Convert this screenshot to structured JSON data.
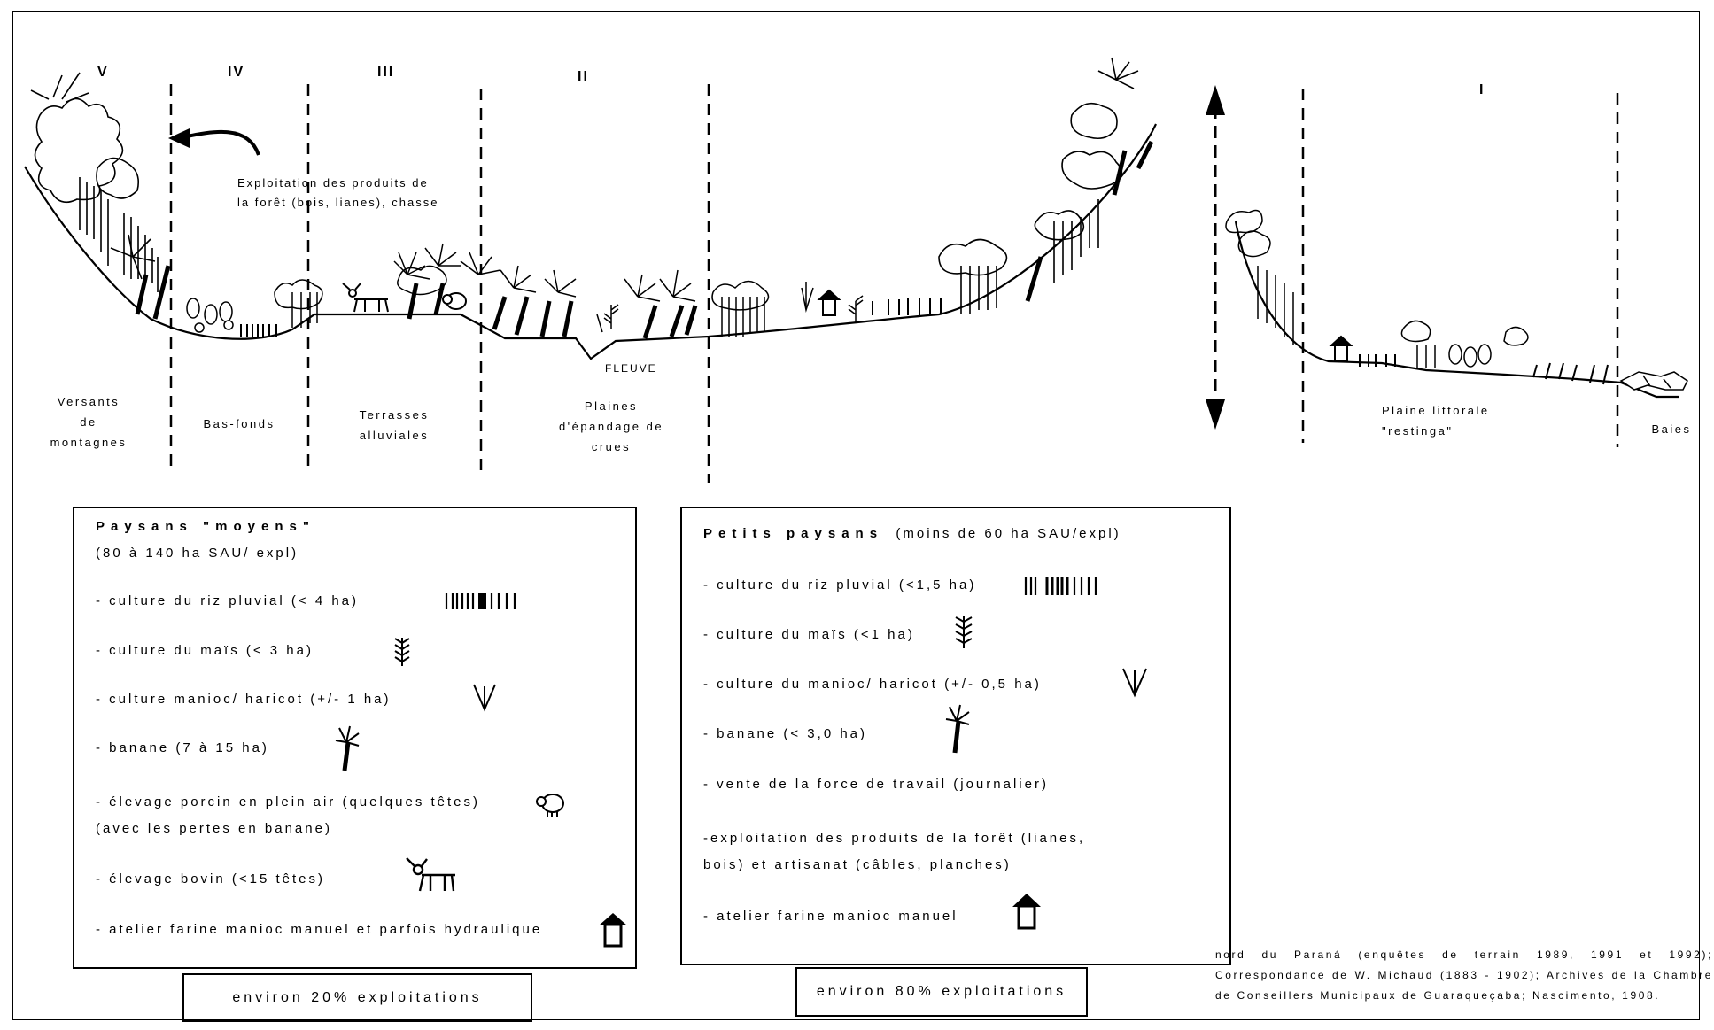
{
  "zones": {
    "v": "V",
    "iv": "IV",
    "iii": "III",
    "ii": "II",
    "i": "I"
  },
  "annotation": {
    "line1": "Exploitation des produits de",
    "line2": "la forêt (bois, lianes), chasse"
  },
  "river_label": "FLEUVE",
  "units": {
    "versants": [
      "Versants",
      "de",
      "montagnes"
    ],
    "bas_fonds": "Bas-fonds",
    "terrasses": [
      "Terrasses",
      "alluviales"
    ],
    "plaines": [
      "Plaines",
      "d'épandage de",
      "crues"
    ],
    "plaine_littorale": [
      "Plaine littorale",
      "\"restinga\""
    ],
    "baies": "Baies"
  },
  "moyens": {
    "title_bold": "Paysans \"moyens\"",
    "title_rest": "(80 à 140 ha SAU/ expl)",
    "items": [
      "- culture du riz pluvial  (< 4 ha)",
      "- culture du maïs (< 3 ha)",
      "- culture manioc/ haricot (+/- 1 ha)",
      "- banane  (7 à 15 ha)",
      "- élevage porcin en plein air (quelques têtes)",
      "(avec les pertes en banane)",
      "- élevage bovin (<15 têtes)",
      "- atelier farine manioc manuel et parfois hydraulique"
    ],
    "share": "environ 20% exploitations"
  },
  "petits": {
    "title_bold": "Petits paysans",
    "title_rest": "(moins de 60 ha SAU/expl)",
    "items": [
      "- culture du riz pluvial (<1,5 ha)",
      "- culture du maïs (<1 ha)",
      "- culture du manioc/ haricot (+/- 0,5 ha)",
      "- banane  (< 3,0 ha)",
      "- vente de la force de travail (journalier)",
      "-exploitation des produits de la forêt (lianes,",
      "bois) et artisanat (câbles, planches)",
      "- atelier farine manioc manuel"
    ],
    "share": "environ 80% exploitations"
  },
  "source": "nord du Paraná (enquêtes de terrain 1989, 1991 et 1992); Correspondance de W. Michaud (1883 - 1902); Archives de la Chambre de Conseillers Municipaux de Guaraqueçaba; Nascimento, 1908."
}
